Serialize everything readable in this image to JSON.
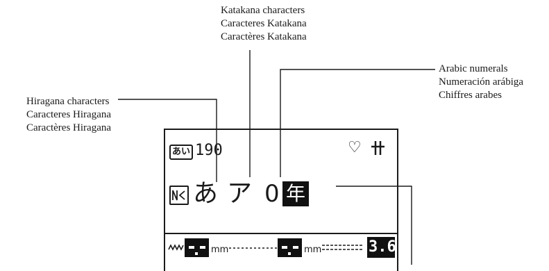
{
  "labels": {
    "katakana": [
      "Katakana characters",
      "Caracteres Katakana",
      "Caractères Katakana"
    ],
    "arabic": [
      "Arabic numerals",
      "Numeración arábiga",
      "Chiffres arabes"
    ],
    "hiragana": [
      "Hiragana characters",
      "Caracteres Hiragana",
      "Caractères Hiragana"
    ]
  },
  "lcd": {
    "mode_label": "あい",
    "pattern_number": "190",
    "hiragana_char": "あ",
    "katakana_char": "ア",
    "numeral_char": "0",
    "kanji_char": "年",
    "unit_1": "mm",
    "unit_2": "mm",
    "value": "3.6",
    "icons": [
      "heart-icon",
      "twin-needle-icon",
      "letter-mode-icon",
      "zigzag-width-icon",
      "stitch-length-icon",
      "tension-icon"
    ]
  }
}
